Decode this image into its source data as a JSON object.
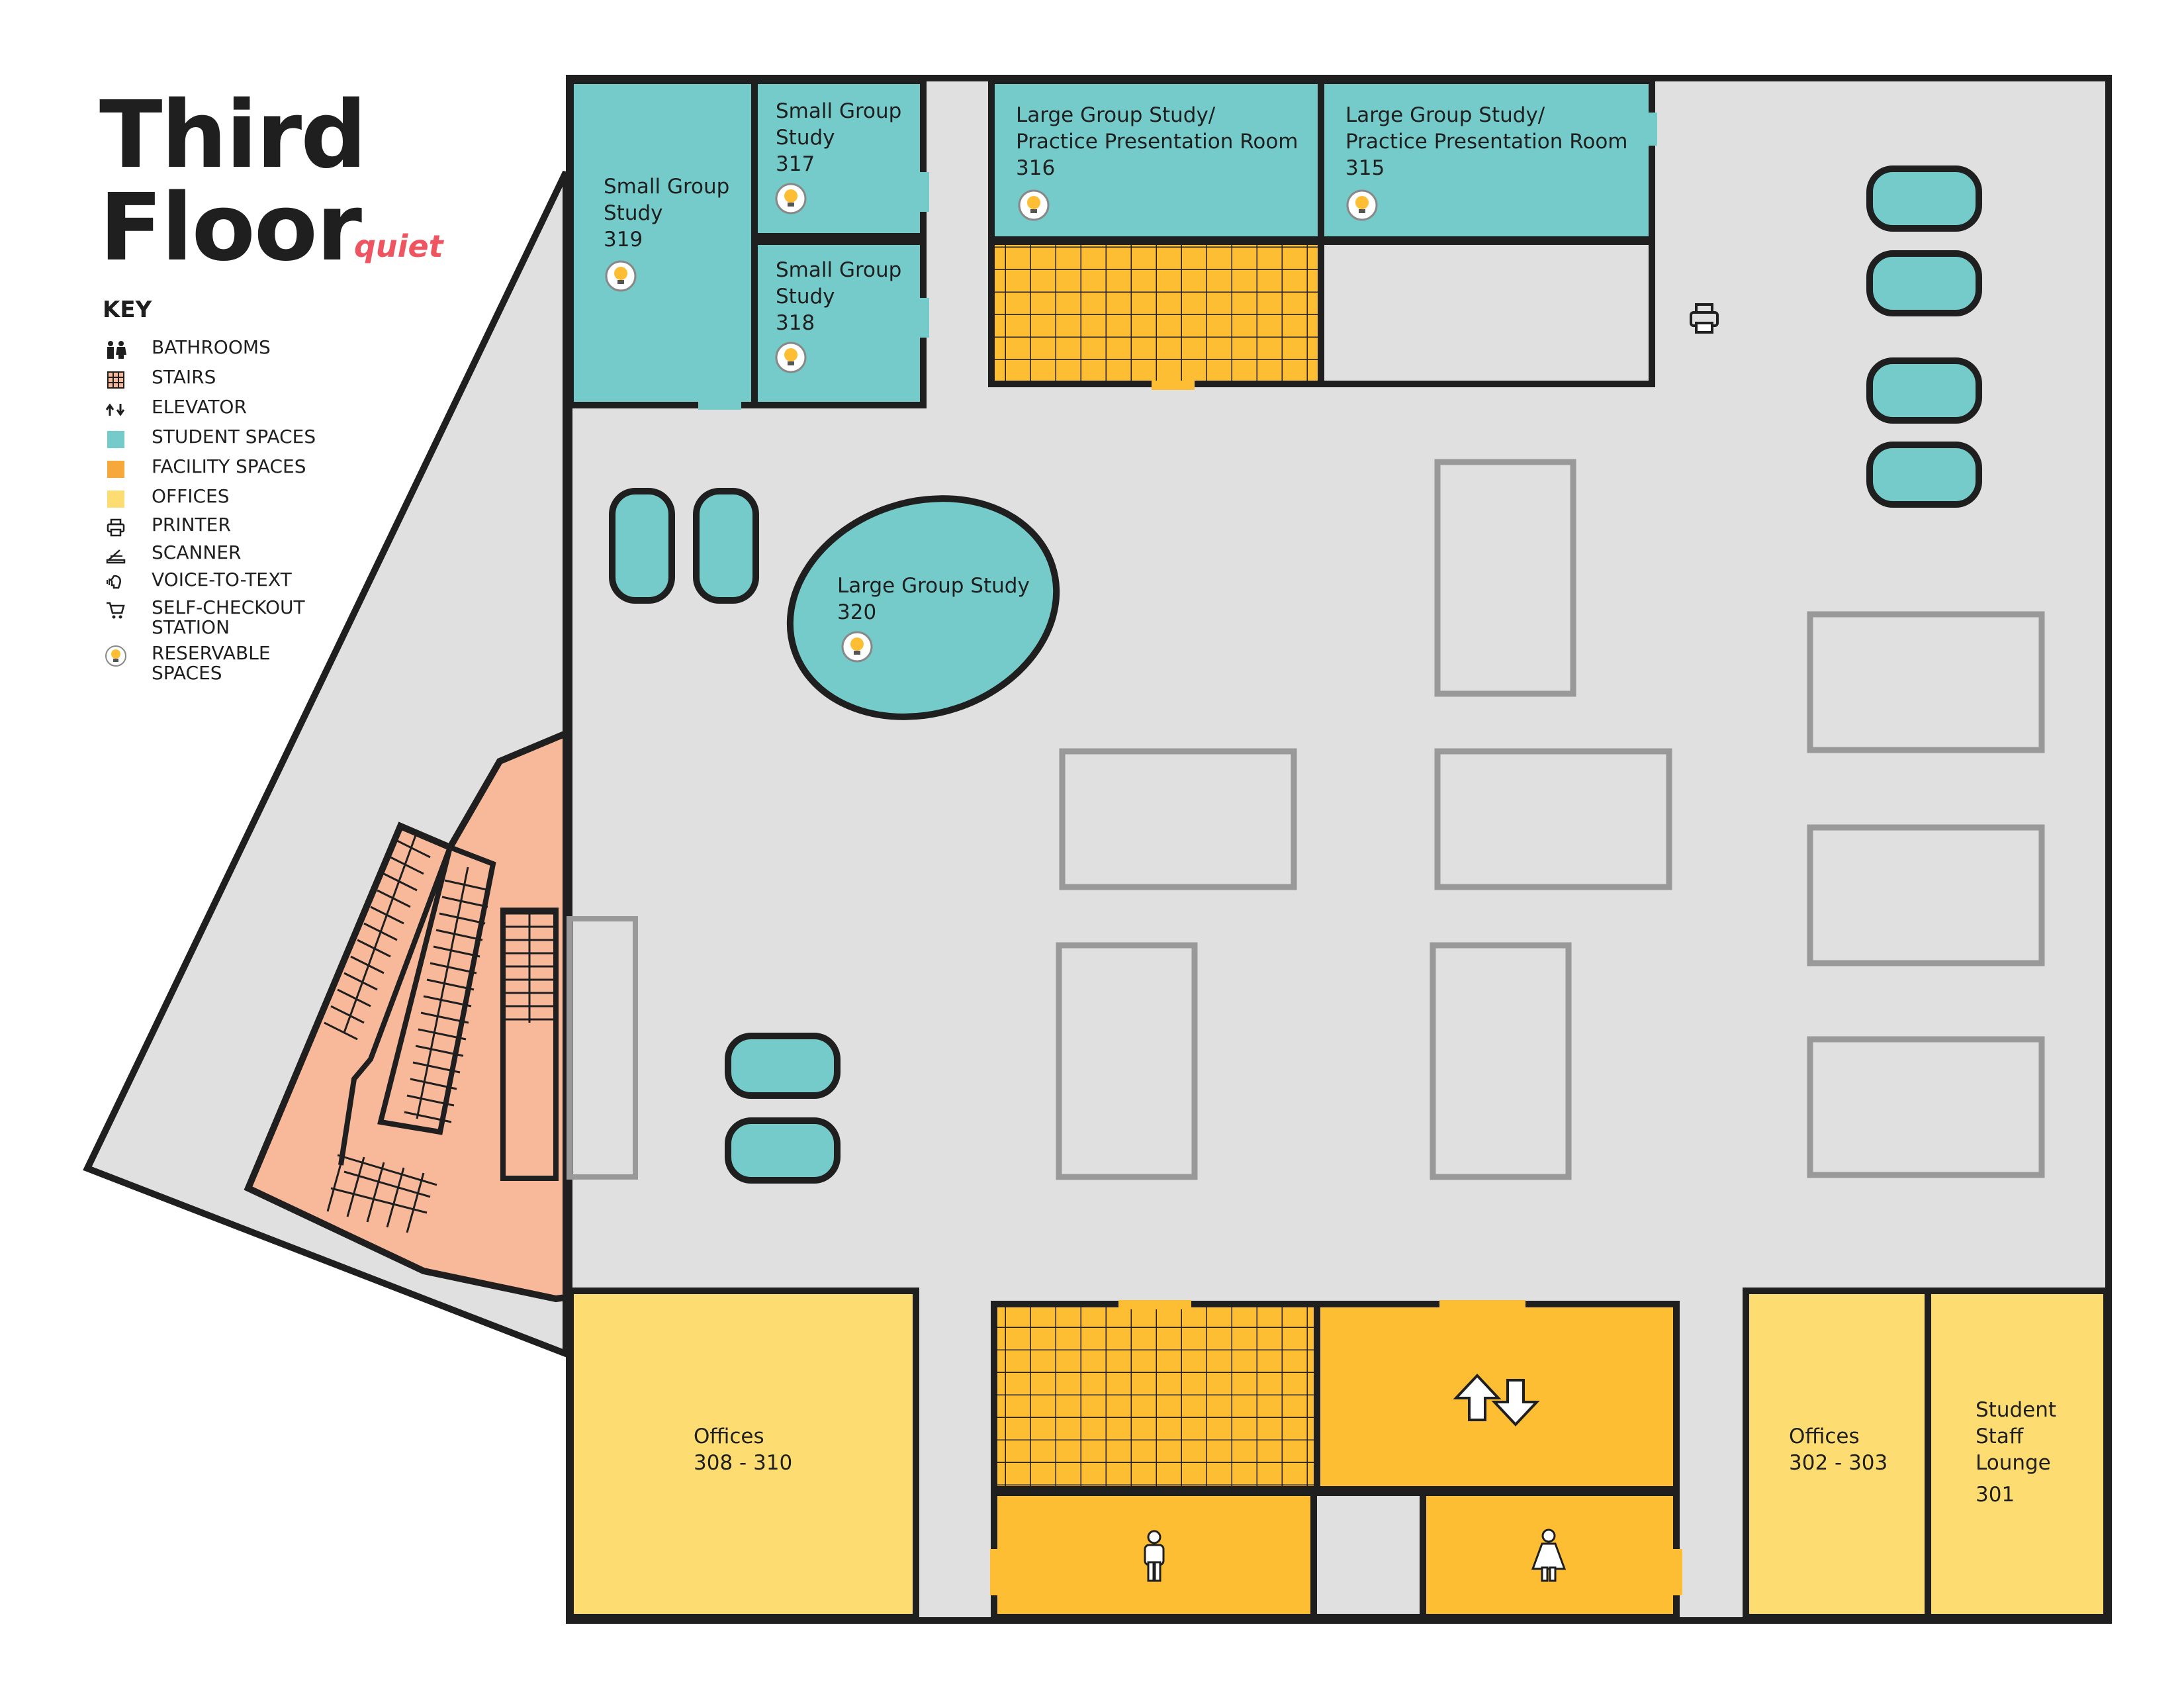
{
  "header": {
    "title_line1": "Third",
    "title_line2": "Floor",
    "subtitle": "quiet"
  },
  "key": {
    "title": "KEY",
    "items": [
      {
        "label": "BATHROOMS",
        "icon": "bathroom-icon"
      },
      {
        "label": "STAIRS",
        "icon": "stairs-icon"
      },
      {
        "label": "ELEVATOR",
        "icon": "elevator-icon"
      },
      {
        "label": "STUDENT SPACES",
        "icon": "student-swatch",
        "color": "#74cbc9"
      },
      {
        "label": "FACILITY SPACES",
        "icon": "facility-swatch",
        "color": "#f6a83a"
      },
      {
        "label": "OFFICES",
        "icon": "office-swatch",
        "color": "#fddd72"
      },
      {
        "label": "PRINTER",
        "icon": "printer-icon"
      },
      {
        "label": "SCANNER",
        "icon": "scanner-icon"
      },
      {
        "label": "VOICE-TO-TEXT",
        "icon": "voice-to-text-icon"
      },
      {
        "label": "SELF-CHECKOUT\nSTATION",
        "icon": "cart-icon"
      },
      {
        "label": "RESERVABLE\nSPACES",
        "icon": "lightbulb-icon"
      }
    ]
  },
  "colors": {
    "student": "#74cbc9",
    "facility": "#fdbe33",
    "office": "#fddd72",
    "floor": "#e0e0e0",
    "stairwell": "#f8b89a",
    "accent_text": "#ef5461"
  },
  "rooms": {
    "r319": "Small Group\nStudy\n319",
    "r317": "Small Group\nStudy\n317",
    "r318": "Small Group\nStudy\n318",
    "r316": "Large Group Study/\nPractice Presentation Room\n316",
    "r315": "Large Group Study/\nPractice Presentation Room\n315",
    "r320": "Large Group Study\n320",
    "offices_308": "Offices\n308 - 310",
    "offices_302": "Offices\n302 - 303",
    "lounge_name": "Student\nStaff\nLounge",
    "lounge_num": "301"
  }
}
